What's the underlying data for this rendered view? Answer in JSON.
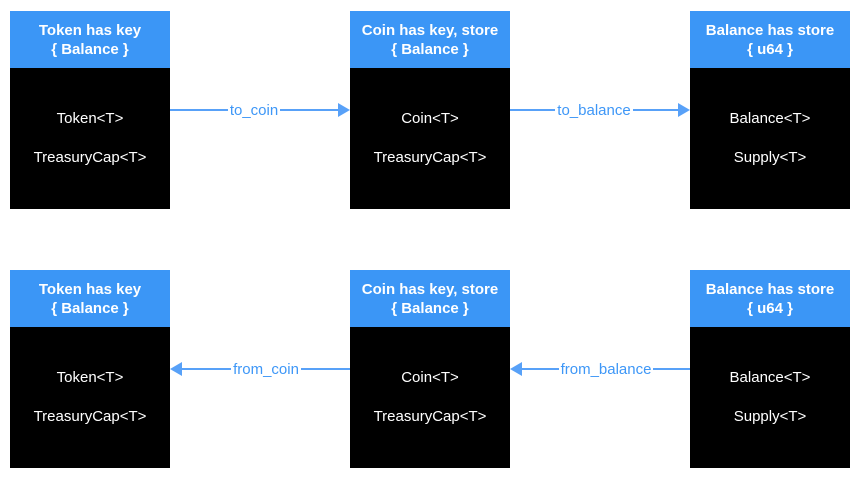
{
  "colors": {
    "header_bg": "#3b96f6",
    "header_text": "#ffffff",
    "body_bg": "#000000",
    "body_text": "#ffffff",
    "arrow_line": "#58a1f8",
    "arrow_text": "#3e97f7"
  },
  "rows": [
    {
      "boxes": [
        {
          "header": {
            "line1": "Token has key",
            "line2": "{ Balance }"
          },
          "items": [
            "Token<T>",
            "TreasuryCap<T>"
          ]
        },
        {
          "header": {
            "line1": "Coin has key, store",
            "line2": "{ Balance }"
          },
          "items": [
            "Coin<T>",
            "TreasuryCap<T>"
          ]
        },
        {
          "header": {
            "line1": "Balance has store",
            "line2": "{ u64 }"
          },
          "items": [
            "Balance<T>",
            "Supply<T>"
          ]
        }
      ],
      "arrows": [
        {
          "label": "to_coin",
          "direction": "right"
        },
        {
          "label": "to_balance",
          "direction": "right"
        }
      ]
    },
    {
      "boxes": [
        {
          "header": {
            "line1": "Token has key",
            "line2": "{ Balance }"
          },
          "items": [
            "Token<T>",
            "TreasuryCap<T>"
          ]
        },
        {
          "header": {
            "line1": "Coin has key, store",
            "line2": "{ Balance }"
          },
          "items": [
            "Coin<T>",
            "TreasuryCap<T>"
          ]
        },
        {
          "header": {
            "line1": "Balance has store",
            "line2": "{ u64 }"
          },
          "items": [
            "Balance<T>",
            "Supply<T>"
          ]
        }
      ],
      "arrows": [
        {
          "label": "from_coin",
          "direction": "left"
        },
        {
          "label": "from_balance",
          "direction": "left"
        }
      ]
    }
  ]
}
